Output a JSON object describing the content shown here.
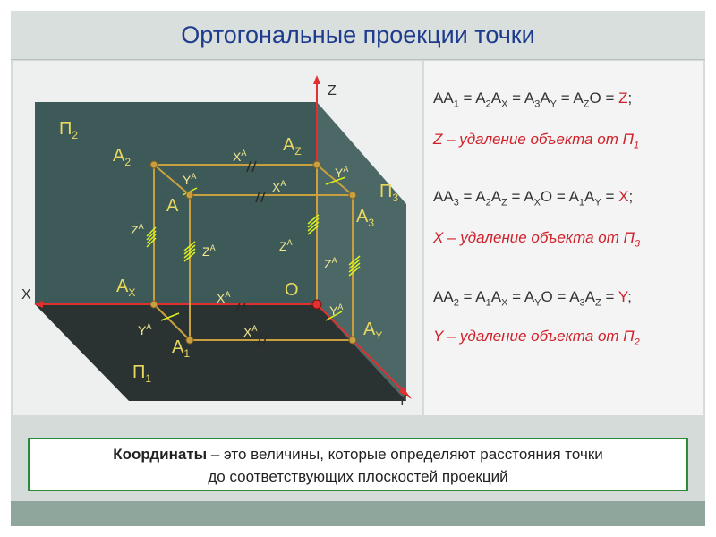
{
  "title": "Ортогональные проекции точки",
  "diagram": {
    "axis_z": "Z",
    "axis_x": "X",
    "axis_y": "Y",
    "origin": "O",
    "plane_p2": "П",
    "plane_p2_sub": "2",
    "plane_p1": "П",
    "plane_p1_sub": "1",
    "plane_p3": "П",
    "plane_p3_sub": "3",
    "point_a": "A",
    "point_a1": "A",
    "point_a1_sub": "1",
    "point_a2": "A",
    "point_a2_sub": "2",
    "point_a3": "A",
    "point_a3_sub": "3",
    "point_ax": "A",
    "point_ax_sub": "X",
    "point_ay": "A",
    "point_ay_sub": "Y",
    "point_az": "A",
    "point_az_sub": "Z",
    "xa": "X",
    "ya": "Y",
    "za": "Z",
    "sup_a": "A"
  },
  "formulas": {
    "f1": [
      "AA",
      "1",
      " = A",
      "2",
      "A",
      "X",
      " = A",
      "3",
      "A",
      "Y",
      " = A",
      "Z",
      "O = ",
      "Z",
      ";"
    ],
    "n1": [
      "Z – удаление объекта от П",
      "1"
    ],
    "f2": [
      "AA",
      "3",
      " = A",
      "2",
      "A",
      "Z",
      " = A",
      "X",
      "O = A",
      "1",
      "A",
      "Y",
      " = ",
      "X",
      ";"
    ],
    "n2": [
      "X – удаление объекта от П",
      "3"
    ],
    "f3": [
      "AA",
      "2",
      " = A",
      "1",
      "A",
      "X",
      " = A",
      "Y",
      "O = A",
      "3",
      "A",
      "Z",
      " = ",
      "Y",
      ";"
    ],
    "n3": [
      "Y – удаление объекта от П",
      "2"
    ]
  },
  "definition": {
    "term": "Координаты",
    "rest": " – это величины, которые определяют расстояния точки",
    "line2": "до соответствующих плоскостей проекций"
  },
  "colors": {
    "title": "#1e3b8e",
    "accent_red": "#d0202a",
    "plane_front": "#3d5a58",
    "plane_side": "#4a6664",
    "plane_bottom": "#2c3433",
    "construction": "#c8a040",
    "hatch": "#d8f020"
  }
}
